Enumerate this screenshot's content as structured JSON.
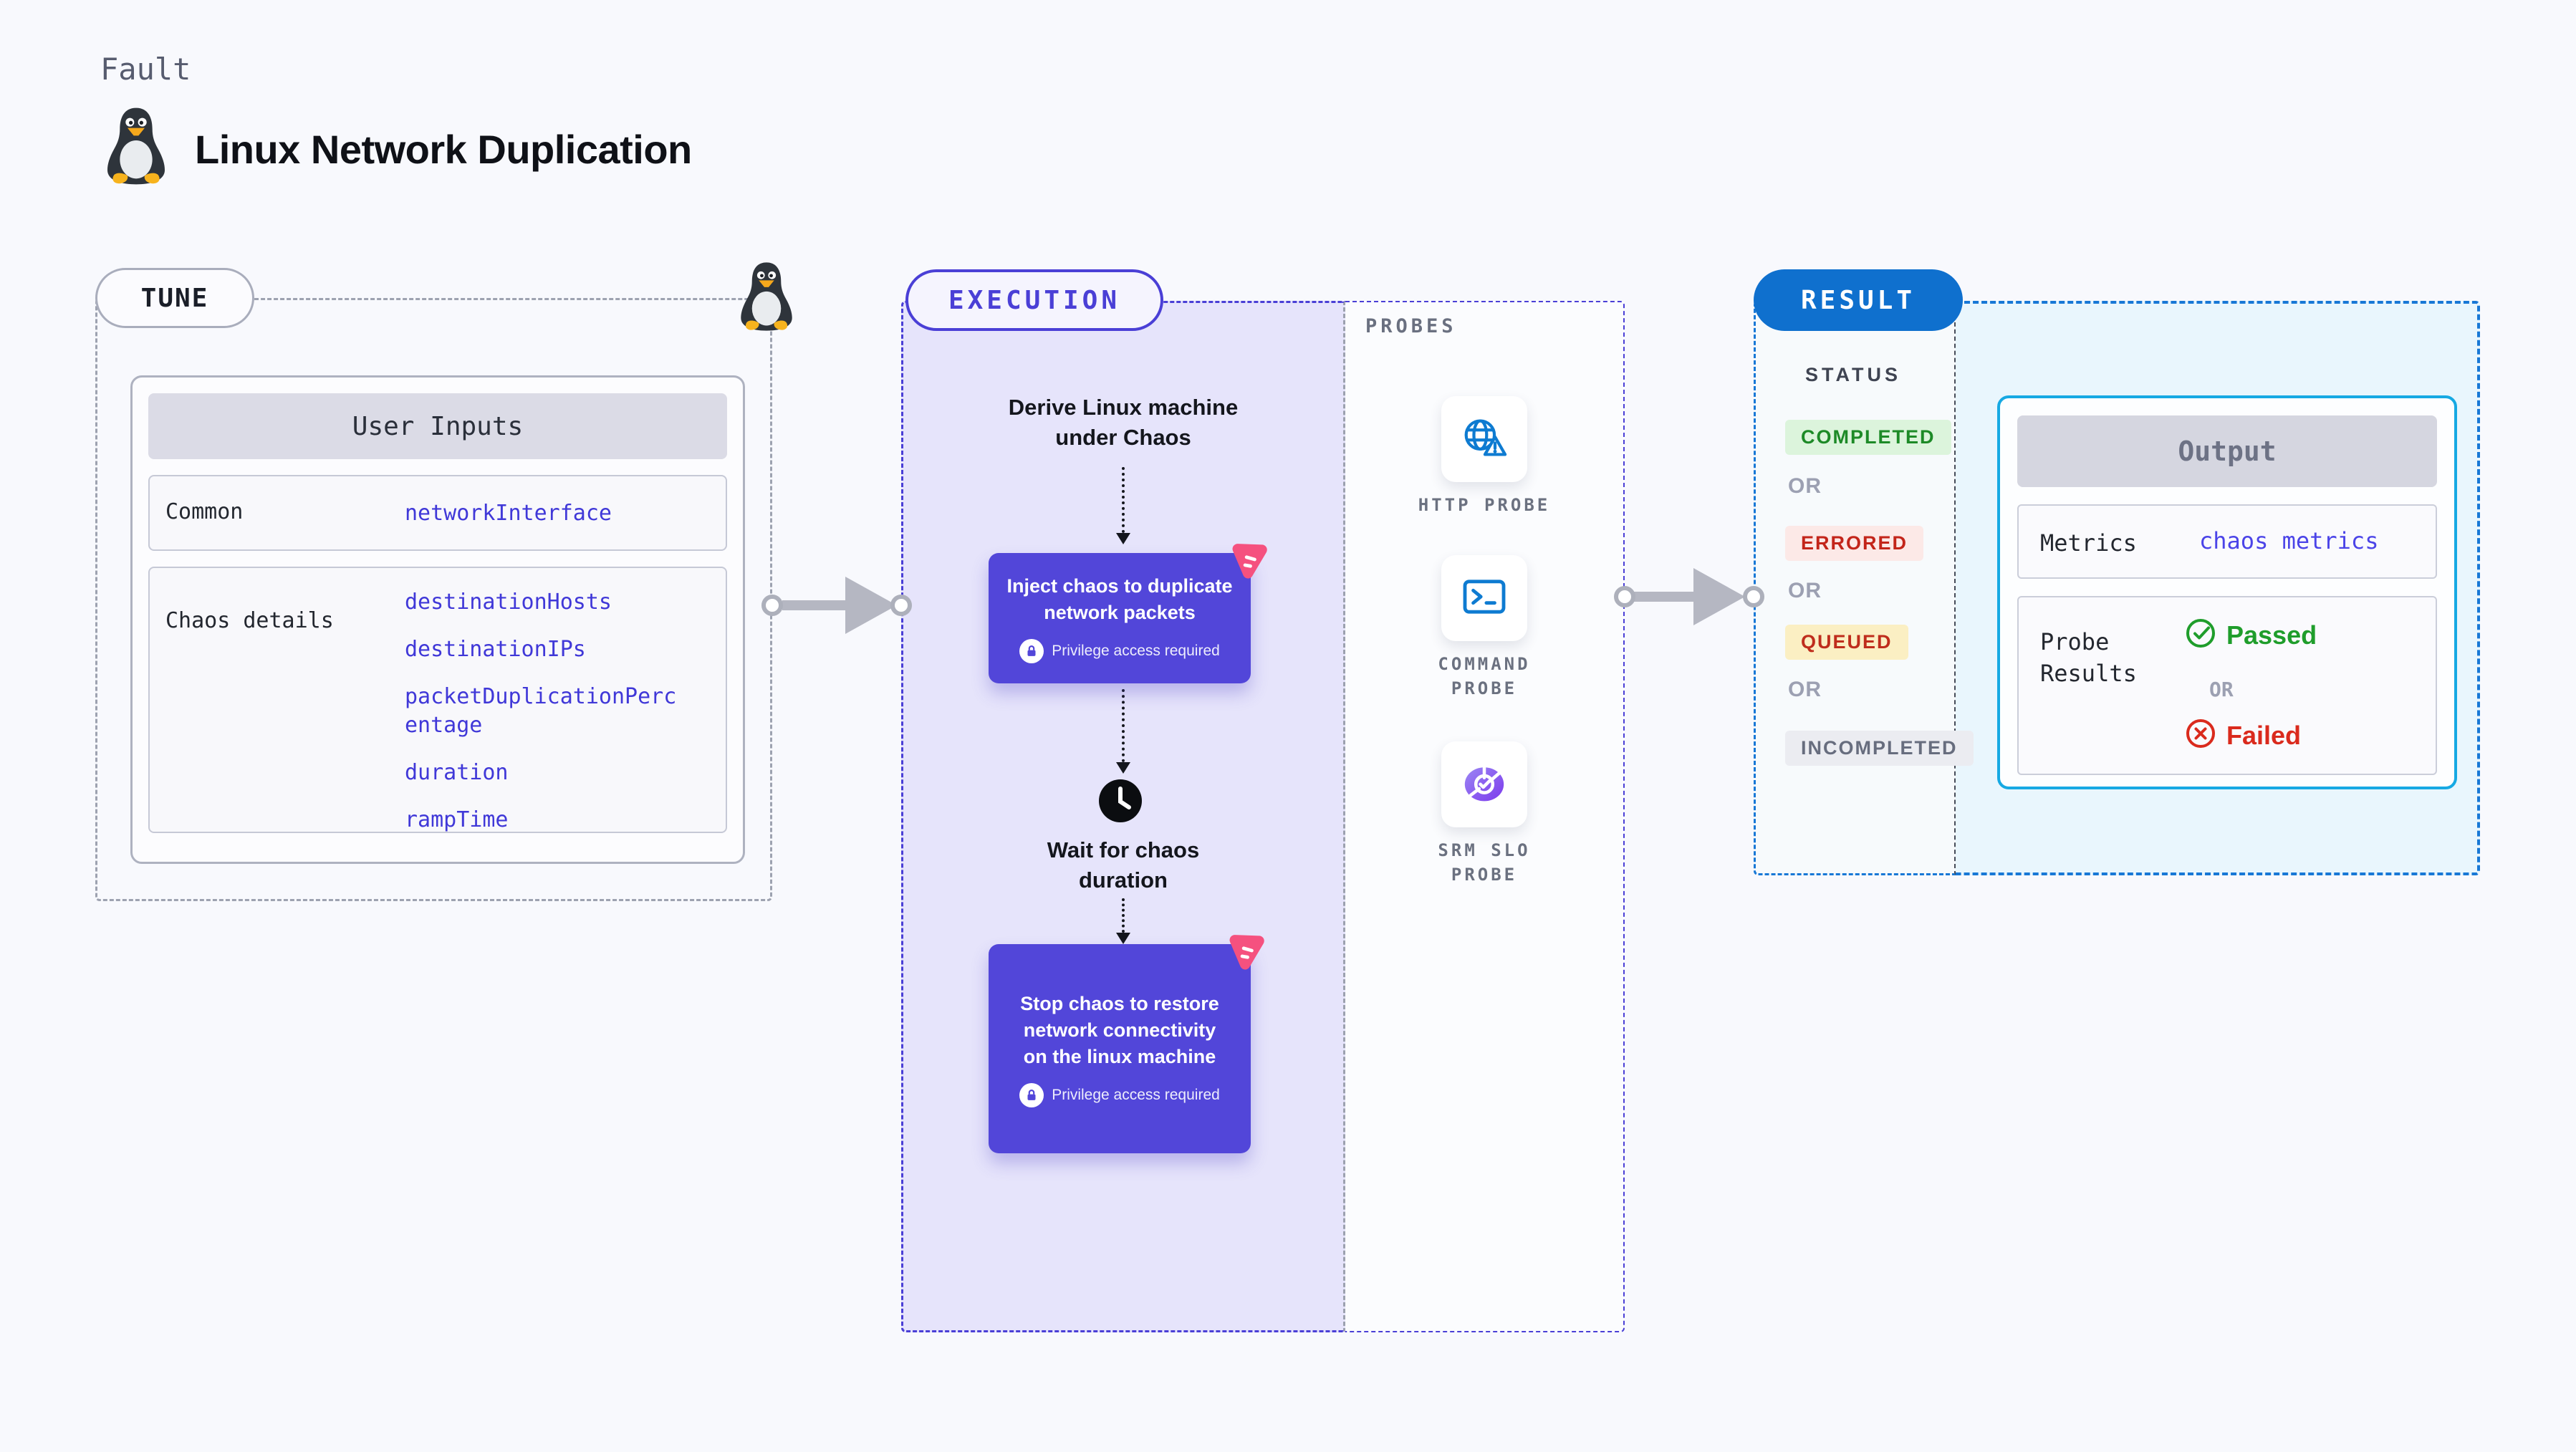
{
  "page": {
    "fault_label": "Fault",
    "title": "Linux Network Duplication"
  },
  "tune": {
    "badge": "TUNE",
    "table_header": "User Inputs",
    "row_common_label": "Common",
    "row_common_value": "networkInterface",
    "row_chaos_label": "Chaos details",
    "chaos_values": [
      "destinationHosts",
      "destinationIPs",
      "packetDuplicationPercentage",
      "duration",
      "rampTime"
    ]
  },
  "execution": {
    "badge": "EXECUTION",
    "derive_label": "Derive Linux machine under Chaos",
    "inject_label": "Inject chaos to duplicate network packets",
    "wait_label": "Wait for chaos duration",
    "stop_label": "Stop chaos to restore network connectivity on the linux machine",
    "privilege_note": "Privilege access required"
  },
  "probes": {
    "heading": "PROBES",
    "items": [
      {
        "label": "HTTP PROBE",
        "icon": "globe-warning-icon"
      },
      {
        "label": "COMMAND PROBE",
        "icon": "terminal-icon"
      },
      {
        "label": "SRM SLO PROBE",
        "icon": "pie-check-icon"
      }
    ]
  },
  "result": {
    "badge": "RESULT",
    "status_heading": "STATUS",
    "or_label": "OR",
    "statuses": [
      {
        "label": "COMPLETED"
      },
      {
        "label": "ERRORED"
      },
      {
        "label": "QUEUED"
      },
      {
        "label": "INCOMPLETED"
      }
    ],
    "output": {
      "header": "Output",
      "metrics_label": "Metrics",
      "metrics_value": "chaos metrics",
      "probe_results_label": "Probe Results",
      "passed_label": "Passed",
      "or_label": "OR",
      "failed_label": "Failed"
    }
  },
  "colors": {
    "accent_indigo": "#4a3fd6",
    "accent_blue": "#1878d6",
    "accent_cyan": "#16a9e3",
    "box_purple": "#5246d9",
    "chaos_pink": "#f5517f",
    "link_blue": "#4038d8",
    "completed_green": "#1d8a27",
    "errored_red": "#c3251a",
    "queued_red": "#bf2d1c",
    "incompleted_gray": "#676d7e",
    "passed_green": "#1f9d2b",
    "failed_red": "#da2a1d"
  }
}
